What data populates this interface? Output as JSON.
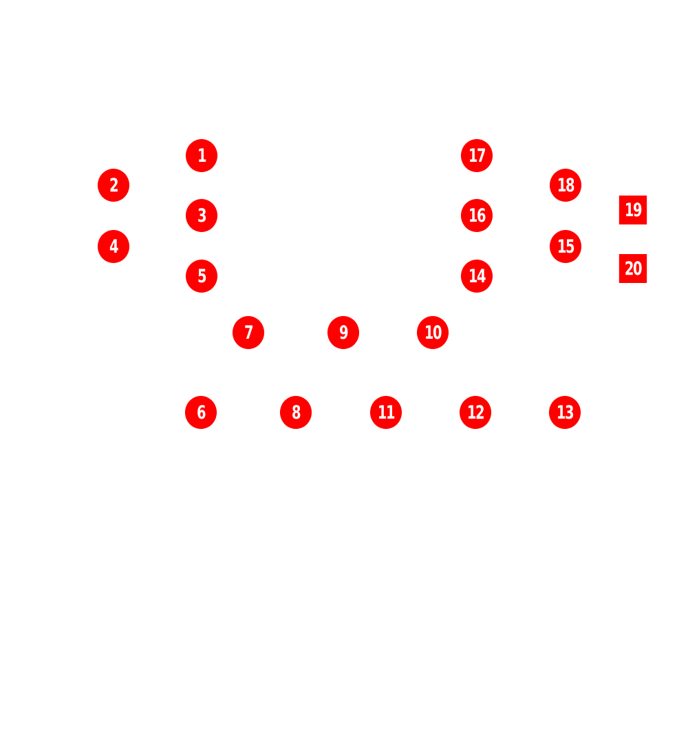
{
  "colors": {
    "marker_fill": "#ff0000",
    "marker_text": "#ffffff",
    "background": "#ffffff"
  },
  "markers": [
    {
      "label": "1",
      "shape": "circle"
    },
    {
      "label": "2",
      "shape": "circle"
    },
    {
      "label": "3",
      "shape": "circle"
    },
    {
      "label": "4",
      "shape": "circle"
    },
    {
      "label": "5",
      "shape": "circle"
    },
    {
      "label": "6",
      "shape": "circle"
    },
    {
      "label": "7",
      "shape": "circle"
    },
    {
      "label": "8",
      "shape": "circle"
    },
    {
      "label": "9",
      "shape": "circle"
    },
    {
      "label": "10",
      "shape": "circle"
    },
    {
      "label": "11",
      "shape": "circle"
    },
    {
      "label": "12",
      "shape": "circle"
    },
    {
      "label": "13",
      "shape": "circle"
    },
    {
      "label": "14",
      "shape": "circle"
    },
    {
      "label": "15",
      "shape": "circle"
    },
    {
      "label": "16",
      "shape": "circle"
    },
    {
      "label": "17",
      "shape": "circle"
    },
    {
      "label": "18",
      "shape": "circle"
    },
    {
      "label": "19",
      "shape": "square"
    },
    {
      "label": "20",
      "shape": "square"
    }
  ]
}
